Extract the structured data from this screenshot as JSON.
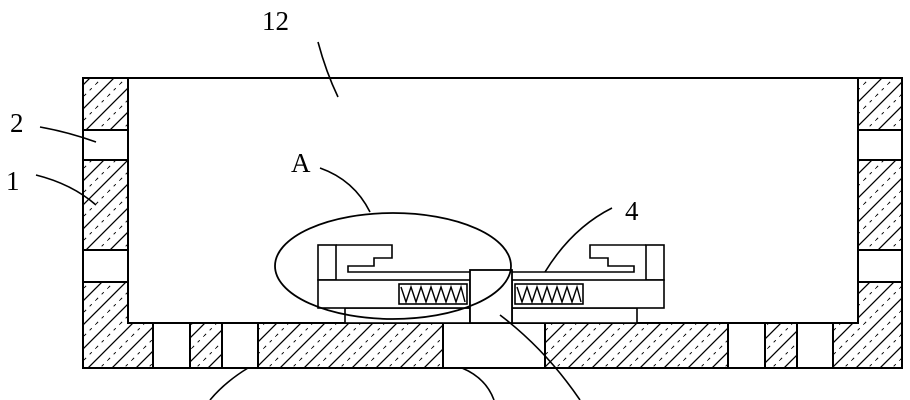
{
  "callouts": {
    "interior": "12",
    "wall_opening": "2",
    "wall": "1",
    "detail_view": "A",
    "slide_block": "4"
  },
  "colors": {
    "ink": "#000000",
    "paper": "#ffffff"
  }
}
